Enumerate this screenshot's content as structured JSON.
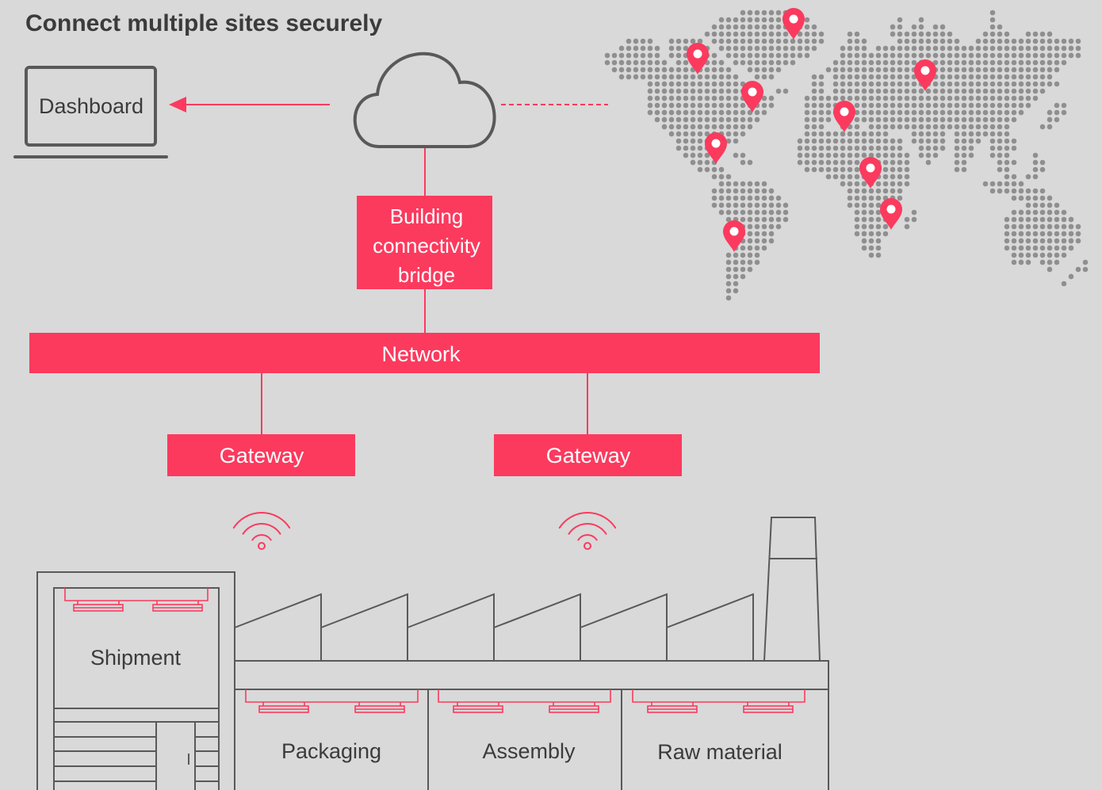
{
  "title": "Connect multiple sites securely",
  "dashboard": {
    "label": "Dashboard",
    "icon": "laptop-icon"
  },
  "cloud": {
    "icon": "cloud-icon"
  },
  "bridge": {
    "lines": [
      "Building",
      "connectivity",
      "bridge"
    ]
  },
  "network": {
    "label": "Network"
  },
  "gateways": [
    {
      "label": "Gateway",
      "icon": "wifi-icon"
    },
    {
      "label": "Gateway",
      "icon": "wifi-icon"
    }
  ],
  "map": {
    "marker_icon": "map-pin-icon"
  },
  "factory": {
    "areas": [
      {
        "label": "Shipment"
      },
      {
        "label": "Packaging"
      },
      {
        "label": "Assembly"
      },
      {
        "label": "Raw material"
      }
    ],
    "light_icon": "ceiling-light-icon"
  },
  "colors": {
    "accent": "#fb3a5e",
    "background": "#d9d9d9",
    "outline": "#595959",
    "text": "#3b3b3b",
    "map_dots": "#8f8f8f"
  }
}
